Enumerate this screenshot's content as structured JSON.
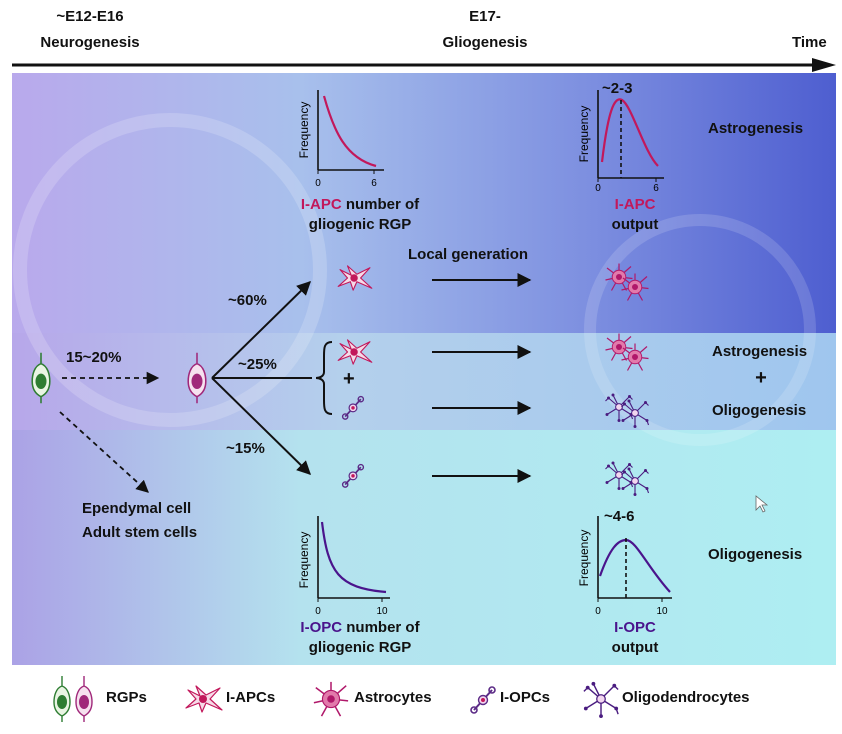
{
  "timeline": {
    "phase1_range": "~E12-E16",
    "phase1_name": "Neurogenesis",
    "phase2_range": "E17-",
    "phase2_name": "Gliogenesis",
    "axis_label": "Time"
  },
  "percentages": {
    "rgp_split": "15~20%",
    "branch_top": "~60%",
    "branch_mid": "~25%",
    "branch_bottom": "~15%"
  },
  "labels": {
    "local_generation": "Local generation",
    "astrogenesis": "Astrogenesis",
    "plus": "+",
    "oligogenesis": "Oligogenesis",
    "ependymal": "Ependymal cell",
    "adult_stem": "Adult stem cells"
  },
  "graphs": {
    "apc_number": {
      "ylabel": "Frequency",
      "tick0": "0",
      "tick1": "6",
      "caption_accent": "I-APC",
      "caption_rest": " number of",
      "caption_line2": "gliogenic RGP"
    },
    "apc_output": {
      "ylabel": "Frequency",
      "tick0": "0",
      "tick1": "6",
      "peak": "~2-3",
      "caption_accent": "I-APC",
      "caption_line2": "output"
    },
    "opc_number": {
      "ylabel": "Frequency",
      "tick0": "0",
      "tick1": "10",
      "caption_accent": "I-OPC",
      "caption_rest": " number of",
      "caption_line2": "gliogenic RGP"
    },
    "opc_output": {
      "ylabel": "Frequency",
      "tick0": "0",
      "tick1": "10",
      "peak": "~4-6",
      "caption_accent": "I-OPC",
      "caption_line2": "output"
    }
  },
  "legend": {
    "rgps": "RGPs",
    "iapcs": "I-APCs",
    "astrocytes": "Astrocytes",
    "iopcs": "I-OPCs",
    "oligodendrocytes": "Oligodendrocytes"
  },
  "colors": {
    "apc": "#c2185b",
    "opc": "#4a148c",
    "rgp_green": "#2e7d32",
    "rgp_magenta": "#a0287a"
  }
}
